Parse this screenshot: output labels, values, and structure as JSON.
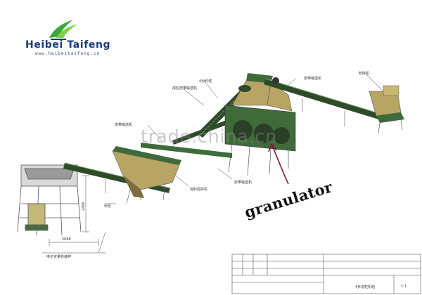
{
  "brand": {
    "name": "Heibei Taifeng",
    "url": "www.heibeitaifeng.cn",
    "logo_icon": "green-bird-logo"
  },
  "watermark": "trade.china.cn",
  "annotation": {
    "label": "granulator",
    "arrow_icon": "hand-drawn-arrow"
  },
  "labels": {
    "l1": "4分料塔",
    "l2": "成粒皮带输送机",
    "l3": "皮带输送机",
    "l4": "粉碎机",
    "l5": "皮带输送机",
    "l6": "混料搅拌机",
    "l7": "皮带输送机",
    "l8": "料仓",
    "l9": "电子定量包装秤"
  },
  "dimensions": {
    "d1": "2088",
    "d2": "2400"
  },
  "title_block": {
    "name": "4步造粒机组",
    "scale": "1:1"
  },
  "colors": {
    "machine_green": "#3f6b3a",
    "belt_dark": "#2e4a2a",
    "hopper_tan": "#b8a564",
    "frame_gray": "#8a8a8a",
    "brand_blue": "#1a3a7a"
  }
}
